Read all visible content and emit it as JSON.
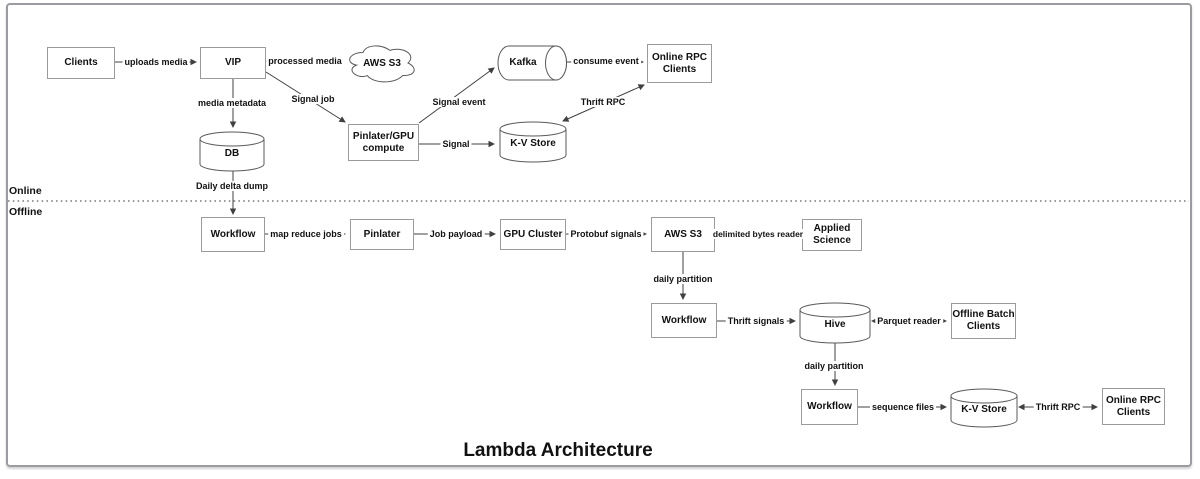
{
  "title": "Lambda Architecture",
  "sections": {
    "online": "Online",
    "offline": "Offline"
  },
  "nodes": {
    "clients": "Clients",
    "vip": "VIP",
    "aws_s3_cloud": "AWS S3",
    "kafka": "Kafka",
    "online_rpc_clients_top": "Online RPC Clients",
    "pinlater_gpu_compute": "Pinlater/GPU compute",
    "kv_store_online": "K-V Store",
    "db": "DB",
    "workflow_dump": "Workflow",
    "pinlater": "Pinlater",
    "gpu_cluster": "GPU Cluster",
    "aws_s3_offline": "AWS S3",
    "applied_science": "Applied Science",
    "workflow_thrift": "Workflow",
    "hive": "Hive",
    "offline_batch_clients": "Offline Batch Clients",
    "workflow_sequence": "Workflow",
    "kv_store_offline": "K-V Store",
    "online_rpc_clients_bottom": "Online RPC Clients"
  },
  "edges": {
    "uploads_media": "uploads media",
    "processed_media": "processed media",
    "media_metadata": "media metadata",
    "signal_job": "Signal job",
    "signal_event": "Signal event",
    "consume_event": "consume event",
    "thrift_rpc_online": "Thrift RPC",
    "signal": "Signal",
    "daily_delta_dump": "Daily delta dump",
    "map_reduce_jobs": "map reduce jobs",
    "job_payload": "Job payload",
    "protobuf_signals": "Protobuf signals",
    "delimited_bytes_reader": "delimited bytes reader",
    "daily_partition_1": "daily partition",
    "thrift_signals": "Thrift signals",
    "parquet_reader": "Parquet reader",
    "daily_partition_2": "daily partition",
    "sequence_files": "sequence files",
    "thrift_rpc_offline": "Thrift RPC"
  },
  "colors": {
    "edge_stroke": "#404040",
    "shape_stroke": "#595959",
    "box_border": "#9b9b9b",
    "canvas_background": "#ffffff"
  }
}
